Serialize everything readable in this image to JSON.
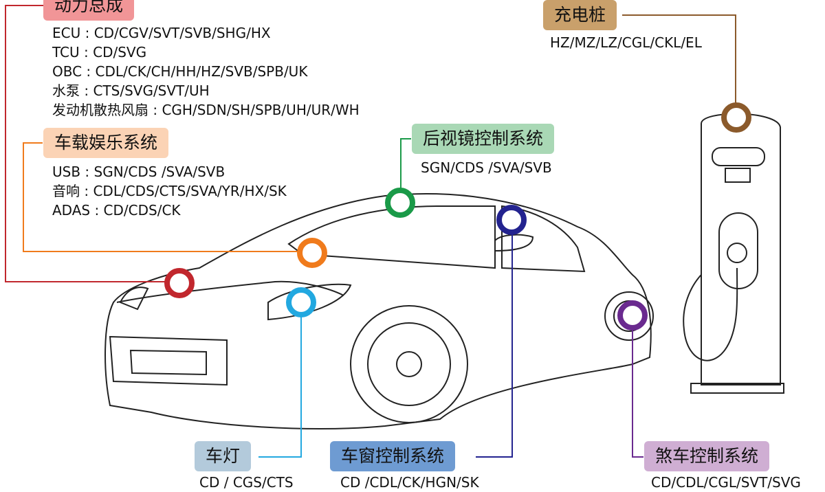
{
  "powertrain": {
    "title": "动力总成",
    "color": "#c1272d",
    "bg": "#f19597",
    "lines": [
      "ECU : CD/CGV/SVT/SVB/SHG/HX",
      "TCU : CD/SVG",
      "OBC : CDL/CK/CH/HH/HZ/SVB/SPB/UK",
      "水泵 : CTS/SVG/SVT/UH",
      "发动机散热风扇 : CGH/SDN/SH/SPB/UH/UR/WH"
    ]
  },
  "infotainment": {
    "title": "车载娱乐系统",
    "color": "#f07b1c",
    "bg": "#fbd3b5",
    "lines": [
      "USB : SGN/CDS /SVA/SVB",
      "音响 : CDL/CDS/CTS/SVA/YR/HX/SK",
      "ADAS : CD/CDS/CK"
    ]
  },
  "mirror": {
    "title": "后视镜控制系统",
    "color": "#1a9a48",
    "bg": "#a9d8b5",
    "lines": [
      "SGN/CDS /SVA/SVB"
    ]
  },
  "charger": {
    "title": "充电桩",
    "color": "#8b5a2b",
    "bg": "#c9a06b",
    "lines": [
      "HZ/MZ/LZ/CGL/CKL/EL"
    ]
  },
  "lights": {
    "title": "车灯",
    "color": "#22a8e0",
    "bg": "#b3cadb",
    "lines": [
      "CD / CGS/CTS"
    ]
  },
  "window": {
    "title": "车窗控制系统",
    "color": "#23238f",
    "bg": "#6e9bd2",
    "lines": [
      "CD /CDL/CK/HGN/SK"
    ]
  },
  "brake": {
    "title": "煞车控制系统",
    "color": "#6a2a8f",
    "bg": "#cfaed3",
    "lines": [
      "CD/CDL/CGL/SVT/SVG"
    ]
  }
}
